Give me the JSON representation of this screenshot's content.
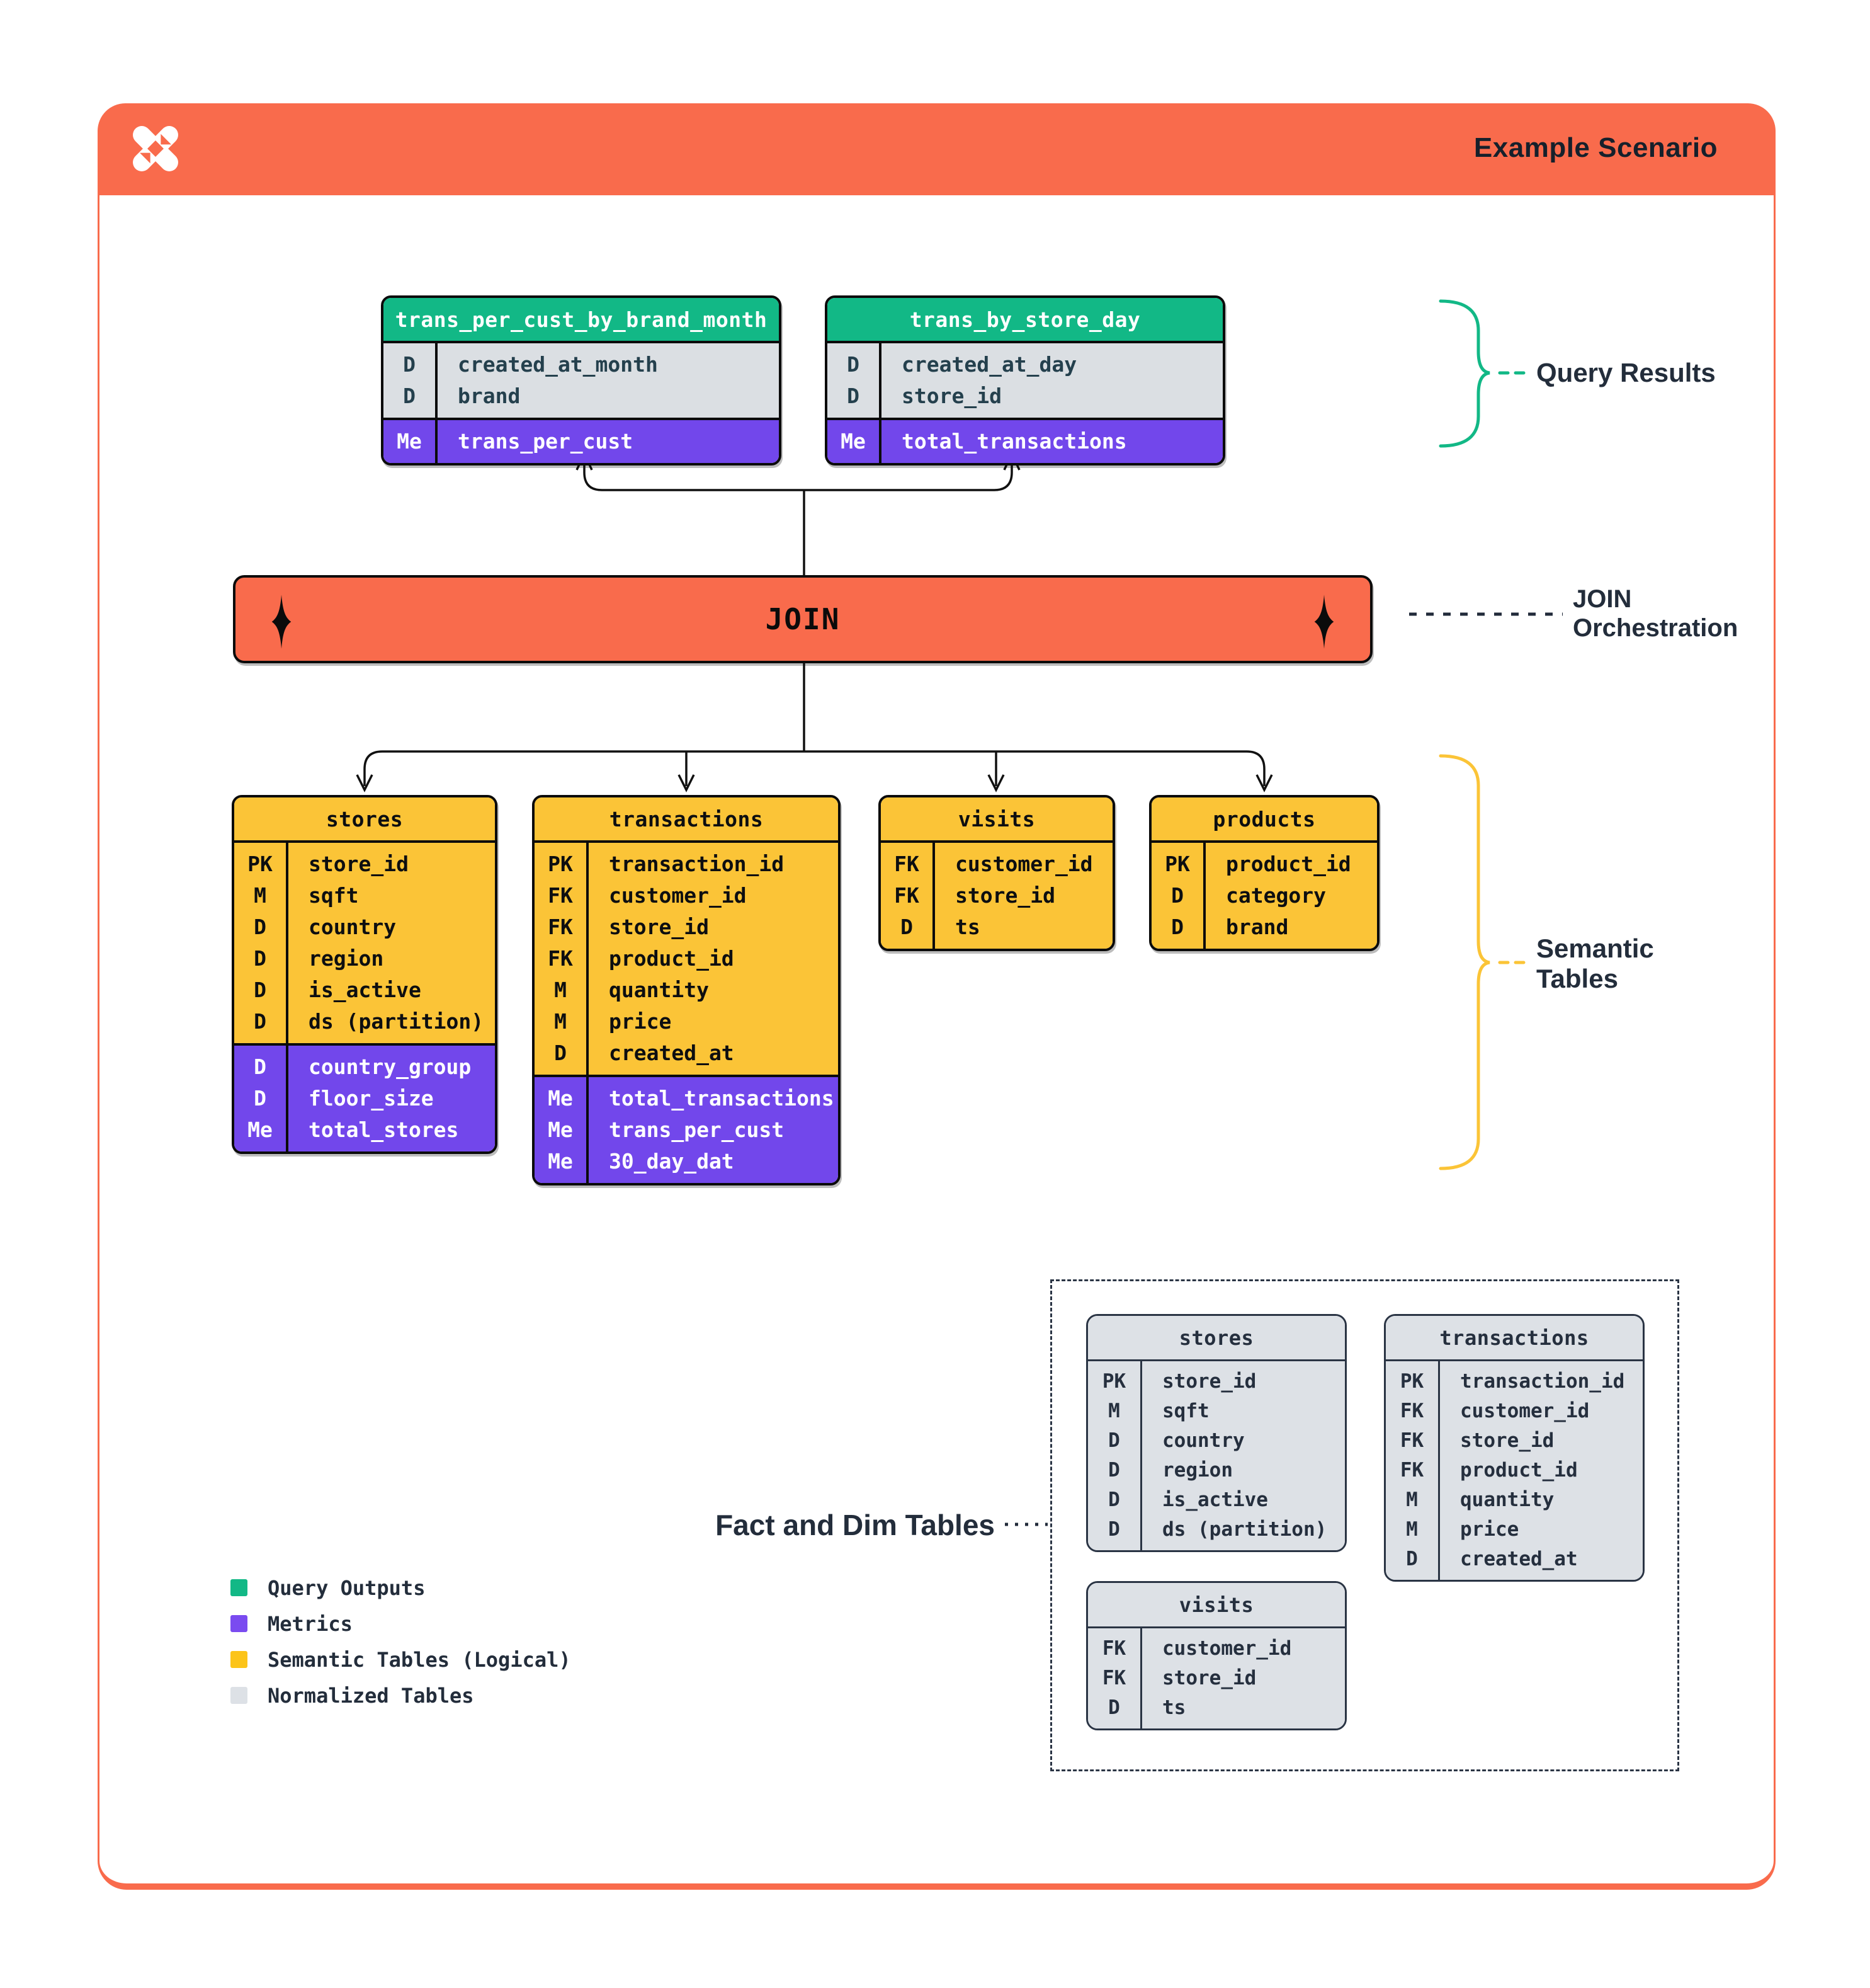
{
  "header": {
    "title": "Example Scenario"
  },
  "join": {
    "label": "JOIN"
  },
  "annotations": {
    "query_results": {
      "label": "Query Results"
    },
    "join_orchestration": {
      "label": "JOIN Orchestration"
    },
    "semantic_tables": {
      "label": "Semantic Tables"
    },
    "fact_dim_tables": {
      "label": "Fact and Dim Tables"
    }
  },
  "query_results": [
    {
      "title": "trans_per_cust_by_brand_month",
      "rows": [
        {
          "k": "D",
          "v": "created_at_month"
        },
        {
          "k": "D",
          "v": "brand"
        }
      ],
      "metrics": [
        {
          "k": "Me",
          "v": "trans_per_cust"
        }
      ]
    },
    {
      "title": "trans_by_store_day",
      "rows": [
        {
          "k": "D",
          "v": "created_at_day"
        },
        {
          "k": "D",
          "v": "store_id"
        }
      ],
      "metrics": [
        {
          "k": "Me",
          "v": "total_transactions"
        }
      ]
    }
  ],
  "semantic_tables": [
    {
      "title": "stores",
      "rows": [
        {
          "k": "PK",
          "v": "store_id"
        },
        {
          "k": "M",
          "v": "sqft"
        },
        {
          "k": "D",
          "v": "country"
        },
        {
          "k": "D",
          "v": "region"
        },
        {
          "k": "D",
          "v": "is_active"
        },
        {
          "k": "D",
          "v": "ds (partition)"
        }
      ],
      "metrics": [
        {
          "k": "D",
          "v": "country_group"
        },
        {
          "k": "D",
          "v": "floor_size"
        },
        {
          "k": "Me",
          "v": "total_stores"
        }
      ]
    },
    {
      "title": "transactions",
      "rows": [
        {
          "k": "PK",
          "v": "transaction_id"
        },
        {
          "k": "FK",
          "v": "customer_id"
        },
        {
          "k": "FK",
          "v": "store_id"
        },
        {
          "k": "FK",
          "v": "product_id"
        },
        {
          "k": "M",
          "v": "quantity"
        },
        {
          "k": "M",
          "v": "price"
        },
        {
          "k": "D",
          "v": "created_at"
        }
      ],
      "metrics": [
        {
          "k": "Me",
          "v": "total_transactions"
        },
        {
          "k": "Me",
          "v": "trans_per_cust"
        },
        {
          "k": "Me",
          "v": "30_day_dat"
        }
      ]
    },
    {
      "title": "visits",
      "rows": [
        {
          "k": "FK",
          "v": "customer_id"
        },
        {
          "k": "FK",
          "v": "store_id"
        },
        {
          "k": "D",
          "v": "ts"
        }
      ],
      "metrics": []
    },
    {
      "title": "products",
      "rows": [
        {
          "k": "PK",
          "v": "product_id"
        },
        {
          "k": "D",
          "v": "category"
        },
        {
          "k": "D",
          "v": "brand"
        }
      ],
      "metrics": []
    }
  ],
  "normalized_tables": [
    {
      "title": "stores",
      "rows": [
        {
          "k": "PK",
          "v": "store_id"
        },
        {
          "k": "M",
          "v": "sqft"
        },
        {
          "k": "D",
          "v": "country"
        },
        {
          "k": "D",
          "v": "region"
        },
        {
          "k": "D",
          "v": "is_active"
        },
        {
          "k": "D",
          "v": "ds (partition)"
        }
      ],
      "metrics": []
    },
    {
      "title": "transactions",
      "rows": [
        {
          "k": "PK",
          "v": "transaction_id"
        },
        {
          "k": "FK",
          "v": "customer_id"
        },
        {
          "k": "FK",
          "v": "store_id"
        },
        {
          "k": "FK",
          "v": "product_id"
        },
        {
          "k": "M",
          "v": "quantity"
        },
        {
          "k": "M",
          "v": "price"
        },
        {
          "k": "D",
          "v": "created_at"
        }
      ],
      "metrics": []
    },
    {
      "title": "visits",
      "rows": [
        {
          "k": "FK",
          "v": "customer_id"
        },
        {
          "k": "FK",
          "v": "store_id"
        },
        {
          "k": "D",
          "v": "ts"
        }
      ],
      "metrics": []
    }
  ],
  "legend": {
    "items": [
      {
        "color": "#12B886",
        "label": "Query Outputs"
      },
      {
        "color": "#7A4BF0",
        "label": "Metrics"
      },
      {
        "color": "#FCC419",
        "label": "Semantic Tables (Logical)"
      },
      {
        "color": "#DDE1E6",
        "label": "Normalized Tables"
      }
    ]
  },
  "colors": {
    "accent_orange": "#F96B4C",
    "query_output_green": "#12B886",
    "metric_purple": "#7247EB",
    "semantic_yellow": "#FBC437",
    "normalized_gray": "#DDE1E6",
    "label_navy": "#232D3B"
  }
}
